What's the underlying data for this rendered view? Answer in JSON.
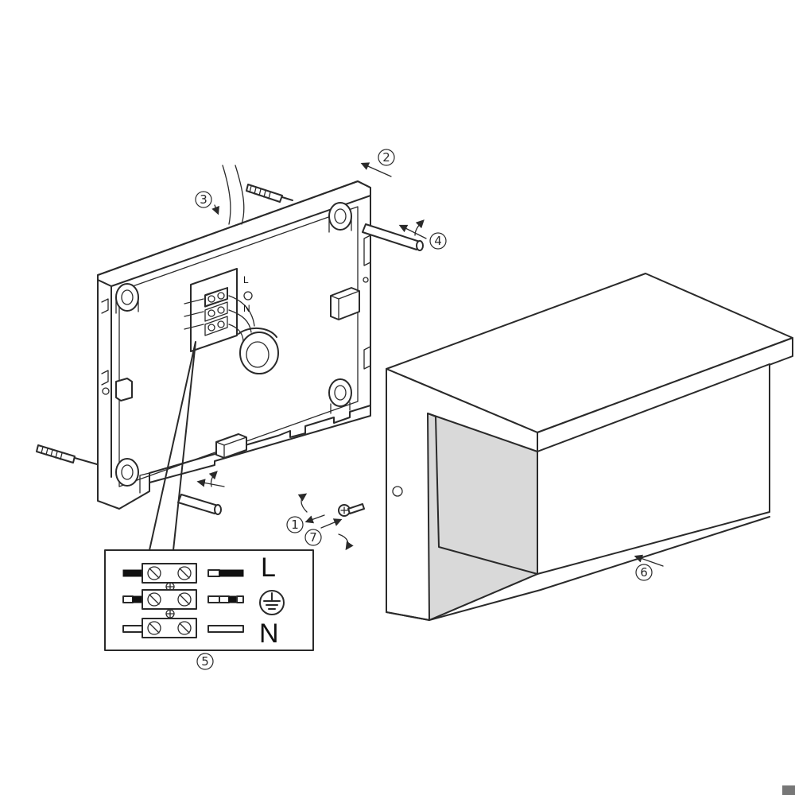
{
  "callouts": [
    {
      "id": "1",
      "label": "1"
    },
    {
      "id": "2",
      "label": "2"
    },
    {
      "id": "3",
      "label": "3"
    },
    {
      "id": "4",
      "label": "4"
    },
    {
      "id": "5",
      "label": "5"
    },
    {
      "id": "6",
      "label": "6"
    },
    {
      "id": "7",
      "label": "7"
    }
  ],
  "terminal_labels": {
    "live": "L",
    "neutral": "N",
    "earth_icon": "earth-ground-icon"
  },
  "block_labels": {
    "live": "L",
    "neutral": "N"
  },
  "colors": {
    "line": "#2a2a2a",
    "background": "#ffffff"
  }
}
